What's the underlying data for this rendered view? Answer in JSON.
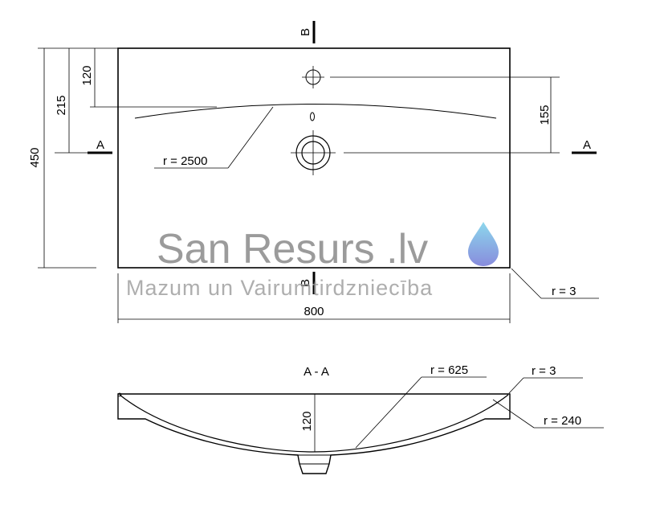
{
  "top_view": {
    "width_label": "800",
    "height_label": "450",
    "dim_215": "215",
    "dim_120": "120",
    "dim_155": "155",
    "radius_arc": "r = 2500",
    "radius_corner": "r = 3",
    "section_a_left": "A",
    "section_a_right": "A",
    "section_b_top": "B",
    "section_b_bottom": "B"
  },
  "section_view": {
    "title": "A - A",
    "depth_label": "120",
    "radius_bowl": "r = 625",
    "radius_rim": "r = 3",
    "radius_inner": "r = 240"
  },
  "watermark": {
    "brand": "San Resurs .lv",
    "subtitle": "Mazum un Vairumtirdzniecība",
    "logo_icon": "water-drop-icon"
  }
}
